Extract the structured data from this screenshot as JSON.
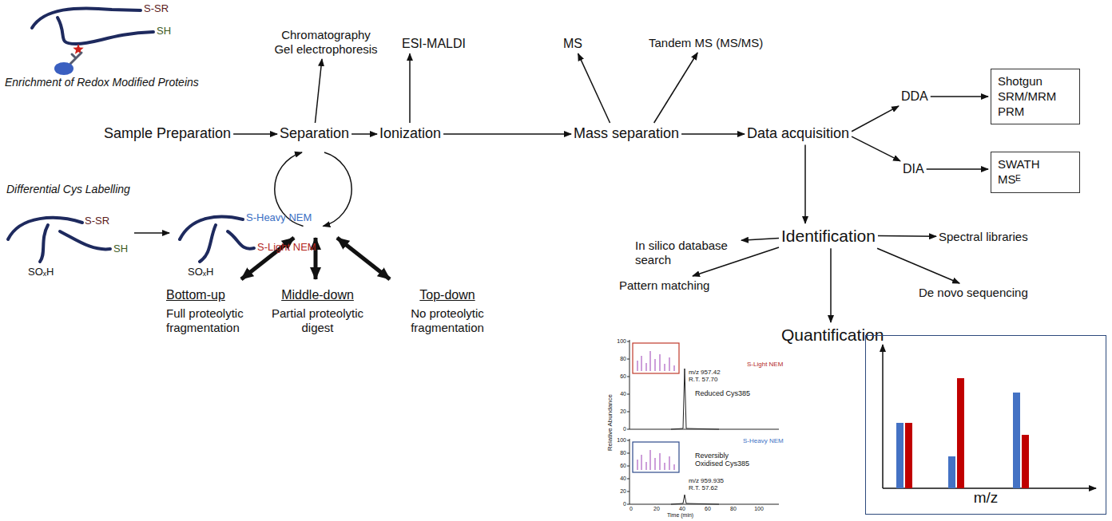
{
  "diagram": {
    "nodes": [
      {
        "text": [
          "Sample Preparation"
        ]
      },
      {
        "text": [
          "Separation"
        ]
      },
      {
        "text": [
          "Chromatography Gel electrophoresis"
        ]
      },
      {
        "text": [
          "Ionization"
        ]
      },
      {
        "text": [
          "ESI-MALDI"
        ]
      },
      {
        "text": [
          "Mass separation"
        ]
      },
      {
        "text": [
          "MS"
        ]
      },
      {
        "text": [
          "Tandem MS (MS/MS)"
        ]
      },
      {
        "text": [
          "Data acquisition"
        ]
      },
      {
        "text": [
          "DDA"
        ]
      },
      {
        "text": [
          "DIA"
        ]
      },
      {
        "text": [
          "Shotgun SRM/MRM PRM"
        ]
      },
      {
        "text": [
          "SWATH MSᴱ"
        ]
      },
      {
        "text": [
          "Identification"
        ]
      },
      {
        "text": [
          "In silico database search"
        ]
      },
      {
        "text": [
          "Spectral libraries"
        ]
      },
      {
        "text": [
          "Pattern matching"
        ]
      },
      {
        "text": [
          "De novo sequencing"
        ]
      },
      {
        "text": [
          "Quantification"
        ]
      },
      {
        "text": [
          "Bottom-up",
          "Full proteolytic fragmentation"
        ]
      },
      {
        "text": [
          "Middle-down",
          "Partial proteolytic digest"
        ]
      },
      {
        "text": [
          "Top-down",
          "No proteolytic fragmentation"
        ]
      },
      {
        "text": [
          "m/z"
        ]
      }
    ],
    "edges": [
      {
        "from": 0,
        "to": 1,
        "arrow": "to"
      },
      {
        "from": 1,
        "to": 2,
        "arrow": "to"
      },
      {
        "from": 1,
        "to": 3,
        "arrow": "to"
      },
      {
        "from": 3,
        "to": 4,
        "arrow": "to"
      },
      {
        "from": 3,
        "to": 5,
        "arrow": "to"
      },
      {
        "from": 5,
        "to": 6,
        "arrow": "to"
      },
      {
        "from": 5,
        "to": 7,
        "arrow": "to"
      },
      {
        "from": 5,
        "to": 8,
        "arrow": "to"
      },
      {
        "from": 8,
        "to": 9,
        "arrow": "to"
      },
      {
        "from": 8,
        "to": 10,
        "arrow": "to"
      },
      {
        "from": 9,
        "to": 11,
        "arrow": "to"
      },
      {
        "from": 10,
        "to": 12,
        "arrow": "to"
      },
      {
        "from": 8,
        "to": 13,
        "arrow": "to"
      },
      {
        "from": 13,
        "to": 14,
        "arrow": "to"
      },
      {
        "from": 13,
        "to": 15,
        "arrow": "to"
      },
      {
        "from": 13,
        "to": 16,
        "arrow": "to"
      },
      {
        "from": 13,
        "to": 17,
        "arrow": "to"
      },
      {
        "from": 13,
        "to": 18,
        "arrow": "to"
      }
    ],
    "labels": [
      "Enrichment of Redox Modified Proteins",
      "S-SR",
      "SH",
      "Differential Cys Labelling",
      "S-SR",
      "SH",
      "SOₓH",
      "S-Heavy NEM",
      "S-Light NEM",
      "SOₓH",
      "Relative Abundance",
      "100",
      "80",
      "60",
      "40",
      "20",
      "0",
      "100",
      "80",
      "60",
      "40",
      "20",
      "0",
      "0",
      "20",
      "40",
      "60",
      "80",
      "100",
      "Time (min)",
      "m/z 957.42",
      "R.T. 57.70",
      "Reduced Cys385",
      "S-Light NEM",
      "m/z 959.935",
      "R.T. 57.62",
      "Reversibly Oxidised Cys385",
      "S-Heavy NEM"
    ]
  }
}
